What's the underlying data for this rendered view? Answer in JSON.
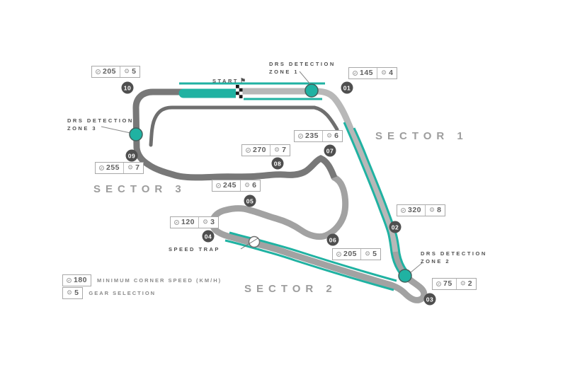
{
  "colors": {
    "teal": "#20B2A2",
    "teal_circle_stroke": "#43605C",
    "track_sector1": "#B8B8B8",
    "track_sector2": "#A2A2A2",
    "track_sector3": "#787878",
    "pit_lane": "#6F6F6F",
    "marker_bg": "#4F4F4F",
    "badge_border": "#A8A8A8",
    "sector_text": "#9D9D9D"
  },
  "icons": {
    "gear": "⚙",
    "start_flag": "⚑"
  },
  "start_label": "START",
  "sector_labels": [
    "SECTOR 1",
    "SECTOR 2",
    "SECTOR 3"
  ],
  "drs_zones": [
    {
      "line1": "DRS DETECTION",
      "line2": "ZONE 1"
    },
    {
      "line1": "DRS DETECTION",
      "line2": "ZONE 2"
    },
    {
      "line1": "DRS DETECTION",
      "line2": "ZONE 3"
    }
  ],
  "speed_trap_label": "SPEED TRAP",
  "corners": [
    {
      "number": "01",
      "speed": "145",
      "gear": "4"
    },
    {
      "number": "02",
      "speed": "320",
      "gear": "8"
    },
    {
      "number": "03",
      "speed": "75",
      "gear": "2"
    },
    {
      "number": "04",
      "speed": "120",
      "gear": "3"
    },
    {
      "number": "05",
      "speed": "245",
      "gear": "6"
    },
    {
      "number": "06",
      "speed": "205",
      "gear": "5"
    },
    {
      "number": "07",
      "speed": "235",
      "gear": "6"
    },
    {
      "number": "08",
      "speed": "270",
      "gear": "7"
    },
    {
      "number": "09",
      "speed": "255",
      "gear": "7"
    },
    {
      "number": "10",
      "speed": "205",
      "gear": "5"
    }
  ],
  "legend": [
    {
      "value": "180",
      "label": "MINIMUM CORNER SPEED (KM/H)",
      "icon": "speedometer"
    },
    {
      "value": "5",
      "label": "GEAR SELECTION",
      "icon": "gear"
    }
  ]
}
